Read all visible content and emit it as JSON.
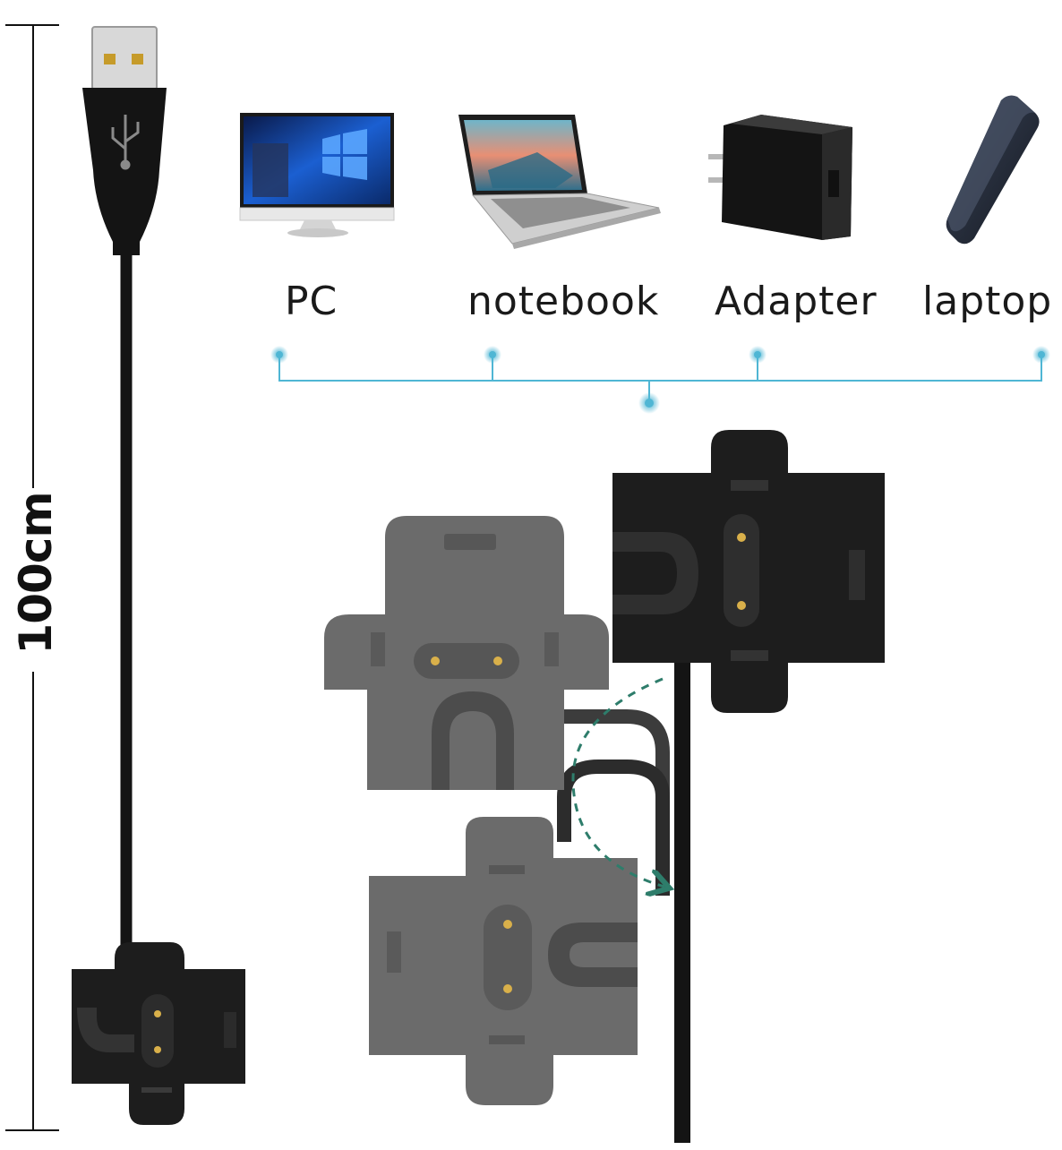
{
  "dimension": {
    "length_label": "100cm"
  },
  "devices": [
    {
      "label": "PC",
      "icon": "pc-monitor-icon"
    },
    {
      "label": "notebook",
      "icon": "notebook-laptop-icon"
    },
    {
      "label": "Adapter",
      "icon": "wall-adapter-icon"
    },
    {
      "label": "laptop",
      "icon": "power-bank-icon"
    }
  ],
  "colors": {
    "connector_line": "#4fb6d4",
    "cradle_dark": "#1c1c1c",
    "cradle_gray": "#6a6a6a",
    "cable": "#151515",
    "dashed_arrow": "#2e7d6b"
  }
}
